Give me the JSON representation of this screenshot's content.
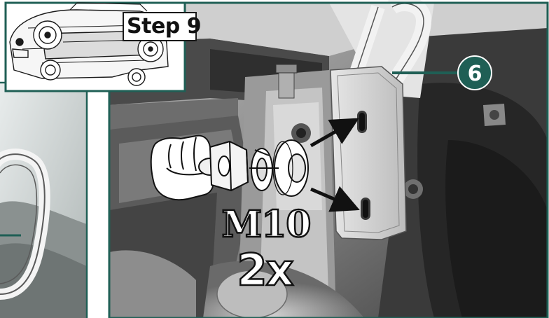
{
  "step": {
    "label": "Step 9"
  },
  "callout": {
    "number": "6"
  },
  "hardware": {
    "size": "M10",
    "quantity": "2x"
  },
  "colors": {
    "accent": "#1f5f55",
    "ink": "#111111",
    "paper": "#ffffff",
    "photo_dark": "#2a2a2a",
    "photo_light": "#d8d8d8"
  },
  "icons": {
    "vehicle": "vehicle-underside-icon",
    "hand": "hand-holding-nut-icon",
    "nut": "hex-nut-icon",
    "lock_washer": "lock-washer-icon",
    "flat_washer": "flat-washer-icon",
    "arrow": "arrow-icon"
  }
}
